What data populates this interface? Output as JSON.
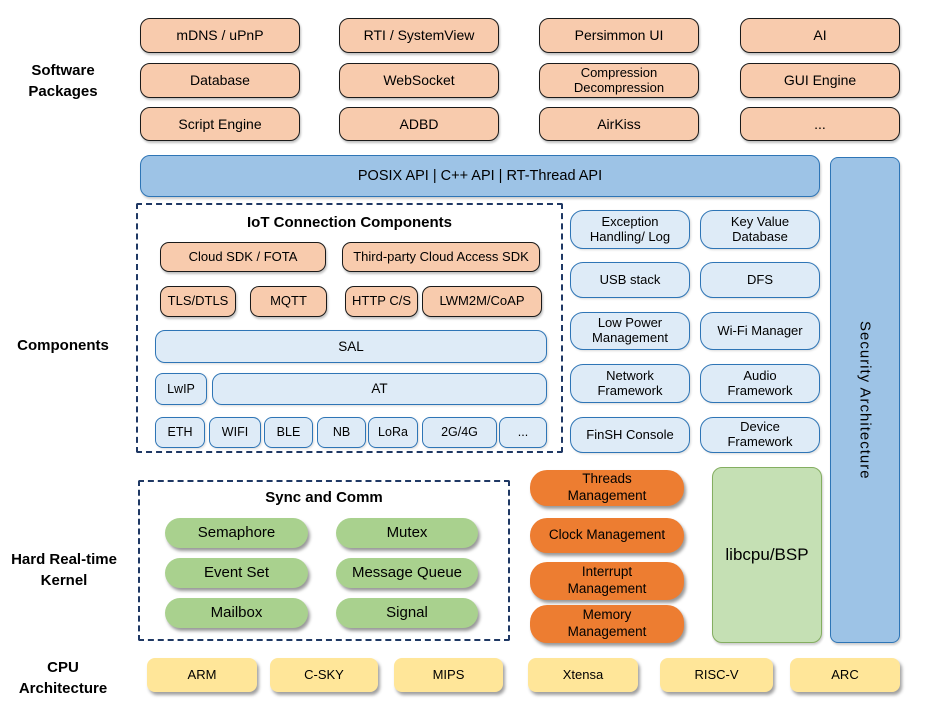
{
  "colors": {
    "peach": "#F8CBAD",
    "peach_border": "#1A1A1A",
    "blue_bar": "#9DC3E6",
    "blue_border": "#2E75B6",
    "light_blue": "#DEEBF7",
    "green_pill": "#A9D18E",
    "orange_pill": "#ED7D31",
    "light_green": "#C5E0B4",
    "light_green_border": "#84AE61",
    "yellow": "#FFE699",
    "dash": "#1F3864"
  },
  "side_labels": {
    "software": "Software\nPackages",
    "components": "Components",
    "kernel": "Hard Real-time\nKernel",
    "cpu": "CPU\nArchitecture"
  },
  "packages": {
    "row1": [
      "mDNS / uPnP",
      "RTI / SystemView",
      "Persimmon UI",
      "AI"
    ],
    "row2": [
      "Database",
      "WebSocket",
      "Compression\nDecompression",
      "GUI Engine"
    ],
    "row3": [
      "Script Engine",
      "ADBD",
      "AirKiss",
      "..."
    ]
  },
  "api_bar": {
    "text": "POSIX API | C++ API | RT-Thread API"
  },
  "security_bar": {
    "text": "Security Architecture"
  },
  "iot": {
    "title": "IoT Connection Components",
    "cloud_sdk": "Cloud SDK / FOTA",
    "third_party": "Third-party Cloud Access SDK",
    "protocols": [
      "TLS/DTLS",
      "MQTT",
      "HTTP C/S",
      "LWM2M/CoAP"
    ],
    "sal": "SAL",
    "lwip": "LwIP",
    "at": "AT",
    "links": [
      "ETH",
      "WIFI",
      "BLE",
      "NB",
      "LoRa",
      "2G/4G",
      "..."
    ]
  },
  "services": {
    "rows": [
      [
        "Exception\nHandling/ Log",
        "Key Value\nDatabase"
      ],
      [
        "USB stack",
        "DFS"
      ],
      [
        "Low Power\nManagement",
        "Wi-Fi Manager"
      ],
      [
        "Network\nFramework",
        "Audio\nFramework"
      ],
      [
        "FinSH Console",
        "Device\nFramework"
      ]
    ]
  },
  "kernel": {
    "sync_title": "Sync and Comm",
    "sync_items": [
      "Semaphore",
      "Mutex",
      "Event Set",
      "Message Queue",
      "Mailbox",
      "Signal"
    ],
    "managers": [
      "Threads\nManagement",
      "Clock Management",
      "Interrupt\nManagement",
      "Memory\nManagement"
    ],
    "libcpu": "libcpu/BSP"
  },
  "cpu_archs": [
    "ARM",
    "C-SKY",
    "MIPS",
    "Xtensa",
    "RISC-V",
    "ARC"
  ]
}
